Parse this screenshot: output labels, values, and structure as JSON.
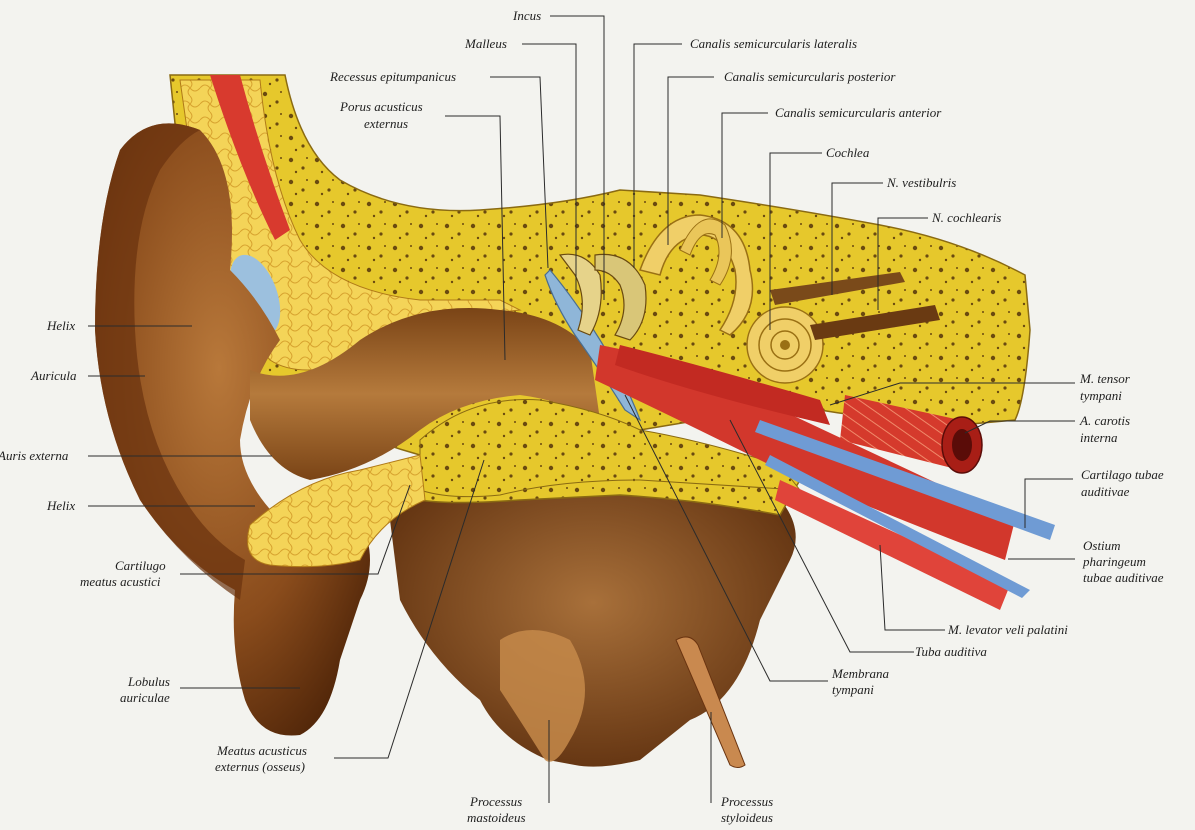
{
  "figure": {
    "labels": {
      "incus": "Incus",
      "malleus": "Malleus",
      "canalis_lateralis": "Canalis semicurcularis lateralis",
      "recessus": "Recessus epitumpanicus",
      "canalis_posterior": "Canalis semicurcularis posterior",
      "porus_1": "Porus acusticus",
      "porus_2": "externus",
      "canalis_anterior": "Canalis semicurcularis anterior",
      "cochlea": "Cochlea",
      "n_vestibulris": "N. vestibulris",
      "n_cochlearis": "N. cochlearis",
      "helix_top": "Helix",
      "auricula": "Auricula",
      "m_tensor_1": "M. tensor",
      "m_tensor_2": "tympani",
      "a_carotis_1": "A. carotis",
      "a_carotis_2": "interna",
      "auris_externa": "Auris externa",
      "cart_tubae_1": "Cartilago tubae",
      "cart_tubae_2": "auditivae",
      "helix_bottom": "Helix",
      "ostium_1": "Ostium",
      "ostium_2": "pharingeum",
      "ostium_3": "tubae auditivae",
      "cart_meatus_1": "Cartilugo",
      "cart_meatus_2": "meatus acustici",
      "m_levator": "M. levator veli palatini",
      "tuba": "Tuba auditiva",
      "membrana_1": "Membrana",
      "membrana_2": "tympani",
      "lobulus_1": "Lobulus",
      "lobulus_2": "auriculae",
      "meatus_osseus_1": "Meatus acusticus",
      "meatus_osseus_2": "externus (osseus)",
      "proc_mastoid_1": "Processus",
      "proc_mastoid_2": "mastoideus",
      "proc_styloid_1": "Processus",
      "proc_styloid_2": "styloideus"
    },
    "colors": {
      "background": "#f3f3ef",
      "bone": "#e9cc2a",
      "bone_dark": "#b8951a",
      "cartilage": "#f2cf4e",
      "skin": "#9a5a22",
      "skin_dark": "#5e2e0c",
      "canal": "#a86b2e",
      "muscle": "#d8342c",
      "membrane": "#8fb6d8",
      "tube_blue": "#6f9bd4",
      "leader": "#2b2b2b"
    }
  }
}
